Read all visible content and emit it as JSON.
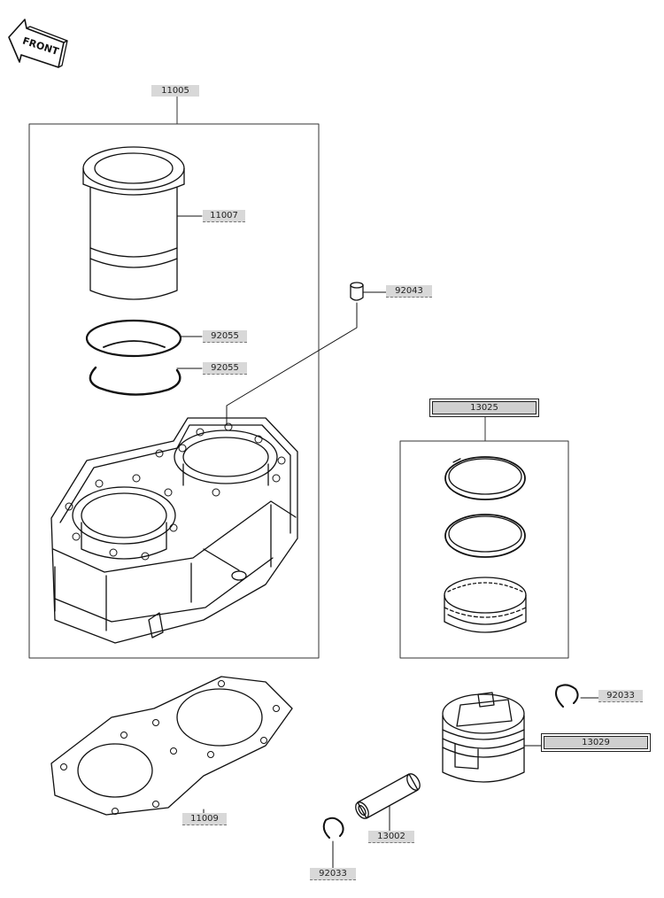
{
  "front_label": "FRONT",
  "callouts": {
    "cylinder_assy": "11005",
    "liner": "11007",
    "oring_upper": "92055",
    "oring_lower": "92055",
    "dowel_pin": "92043",
    "piston_ring_set": "13025",
    "circlip_right": "92033",
    "piston": "13029",
    "base_gasket": "11009",
    "piston_pin": "13002",
    "circlip_bottom": "92033"
  }
}
